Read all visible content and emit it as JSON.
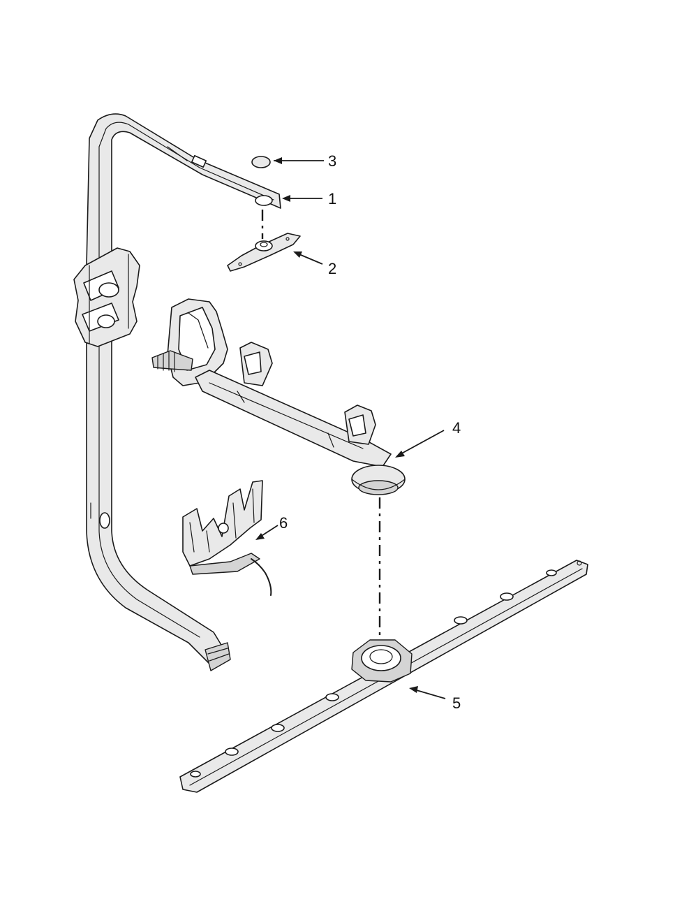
{
  "callouts": [
    {
      "id": "3",
      "label": "3"
    },
    {
      "id": "1",
      "label": "1"
    },
    {
      "id": "2",
      "label": "2"
    },
    {
      "id": "4",
      "label": "4"
    },
    {
      "id": "6",
      "label": "6"
    },
    {
      "id": "5",
      "label": "5"
    }
  ],
  "colors": {
    "ink": "#1a1a1a",
    "fill_light": "#e9e9e9",
    "fill_mid": "#d4d4d4",
    "background": "#ffffff"
  }
}
